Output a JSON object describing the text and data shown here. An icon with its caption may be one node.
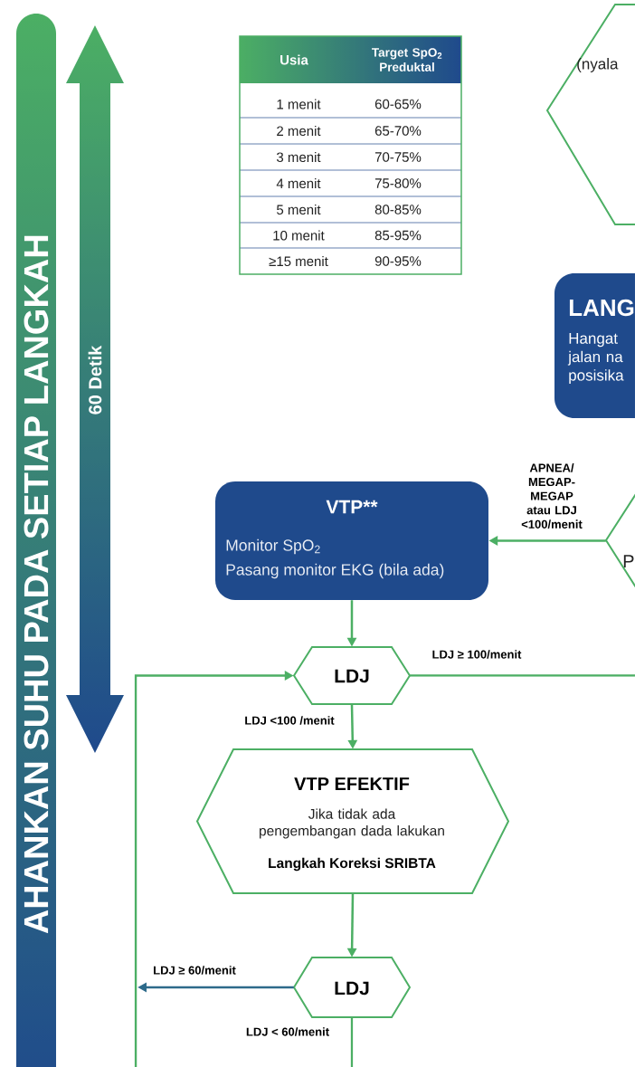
{
  "diagram": {
    "nodes": [
      {
        "text": [
          "(nyala"
        ]
      },
      {
        "text": [
          "LANG",
          "Hangat jalan na posisika"
        ]
      },
      {
        "text": [
          "P"
        ]
      },
      {
        "text": [
          "VTP**",
          "Monitor SpO$_{2}$",
          "Pasang monitor EKG (bila ada)"
        ]
      },
      {
        "text": [
          "LDJ"
        ]
      },
      {
        "text": [
          "VTP EFEKTIF",
          "Jika tidak ada pengembangan dada lakukan",
          "Langkah Koreksi SRIBTA"
        ]
      },
      {
        "text": [
          "LDJ"
        ]
      }
    ],
    "edges": [
      {
        "from": 2,
        "to": 3,
        "arrow": "to",
        "label": "APNEA/ MEGAP-MEGAP atau LDJ <100/menit"
      },
      {
        "from": 3,
        "to": 4,
        "arrow": "to"
      },
      {
        "from": 4,
        "to": null,
        "arrow": "none",
        "label": "LDJ ≥ 100/menit"
      },
      {
        "from": 4,
        "to": 5,
        "arrow": "to",
        "label": "LDJ <100 /menit"
      },
      {
        "from": 5,
        "to": 6,
        "arrow": "to"
      },
      {
        "from": 6,
        "to": null,
        "arrow": "to",
        "label": "LDJ ≥ 60/menit",
        "color": "#2d6a8a"
      },
      {
        "from": 6,
        "to": null,
        "arrow": "none",
        "label": "LDJ < 60/menit"
      },
      {
        "from": null,
        "to": 4,
        "arrow": "to"
      }
    ],
    "labels": [
      "Usia",
      "Target SpO$_{2}$ Preduktal",
      "1 menit",
      "60-65%",
      "2 menit",
      "65-70%",
      "3 menit",
      "70-75%",
      "4 menit",
      "75-80%",
      "5 menit",
      "80-85%",
      "10 menit",
      "85-95%",
      "≥15 menit",
      "90-95%",
      "60 Detik",
      "AHANKAN SUHU PADA SETIAP LANGKAH"
    ]
  }
}
